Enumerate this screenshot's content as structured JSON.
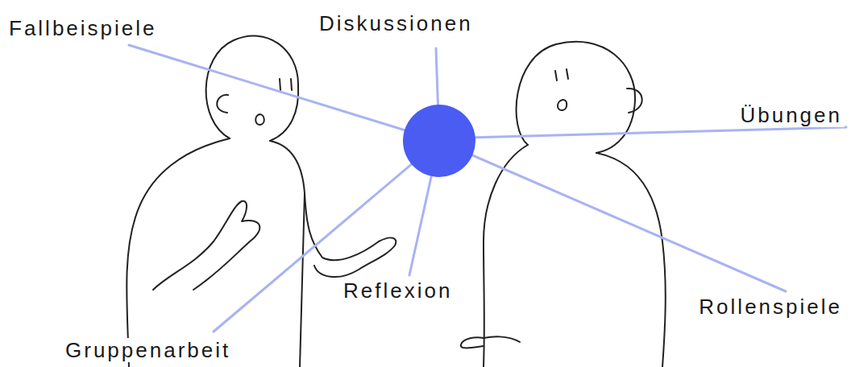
{
  "diagram": {
    "labels": [
      "Fallbeispiele",
      "Diskussionen",
      "Übungen",
      "Reflexion",
      "Rollenspiele",
      "Gruppenarbeit"
    ]
  }
}
